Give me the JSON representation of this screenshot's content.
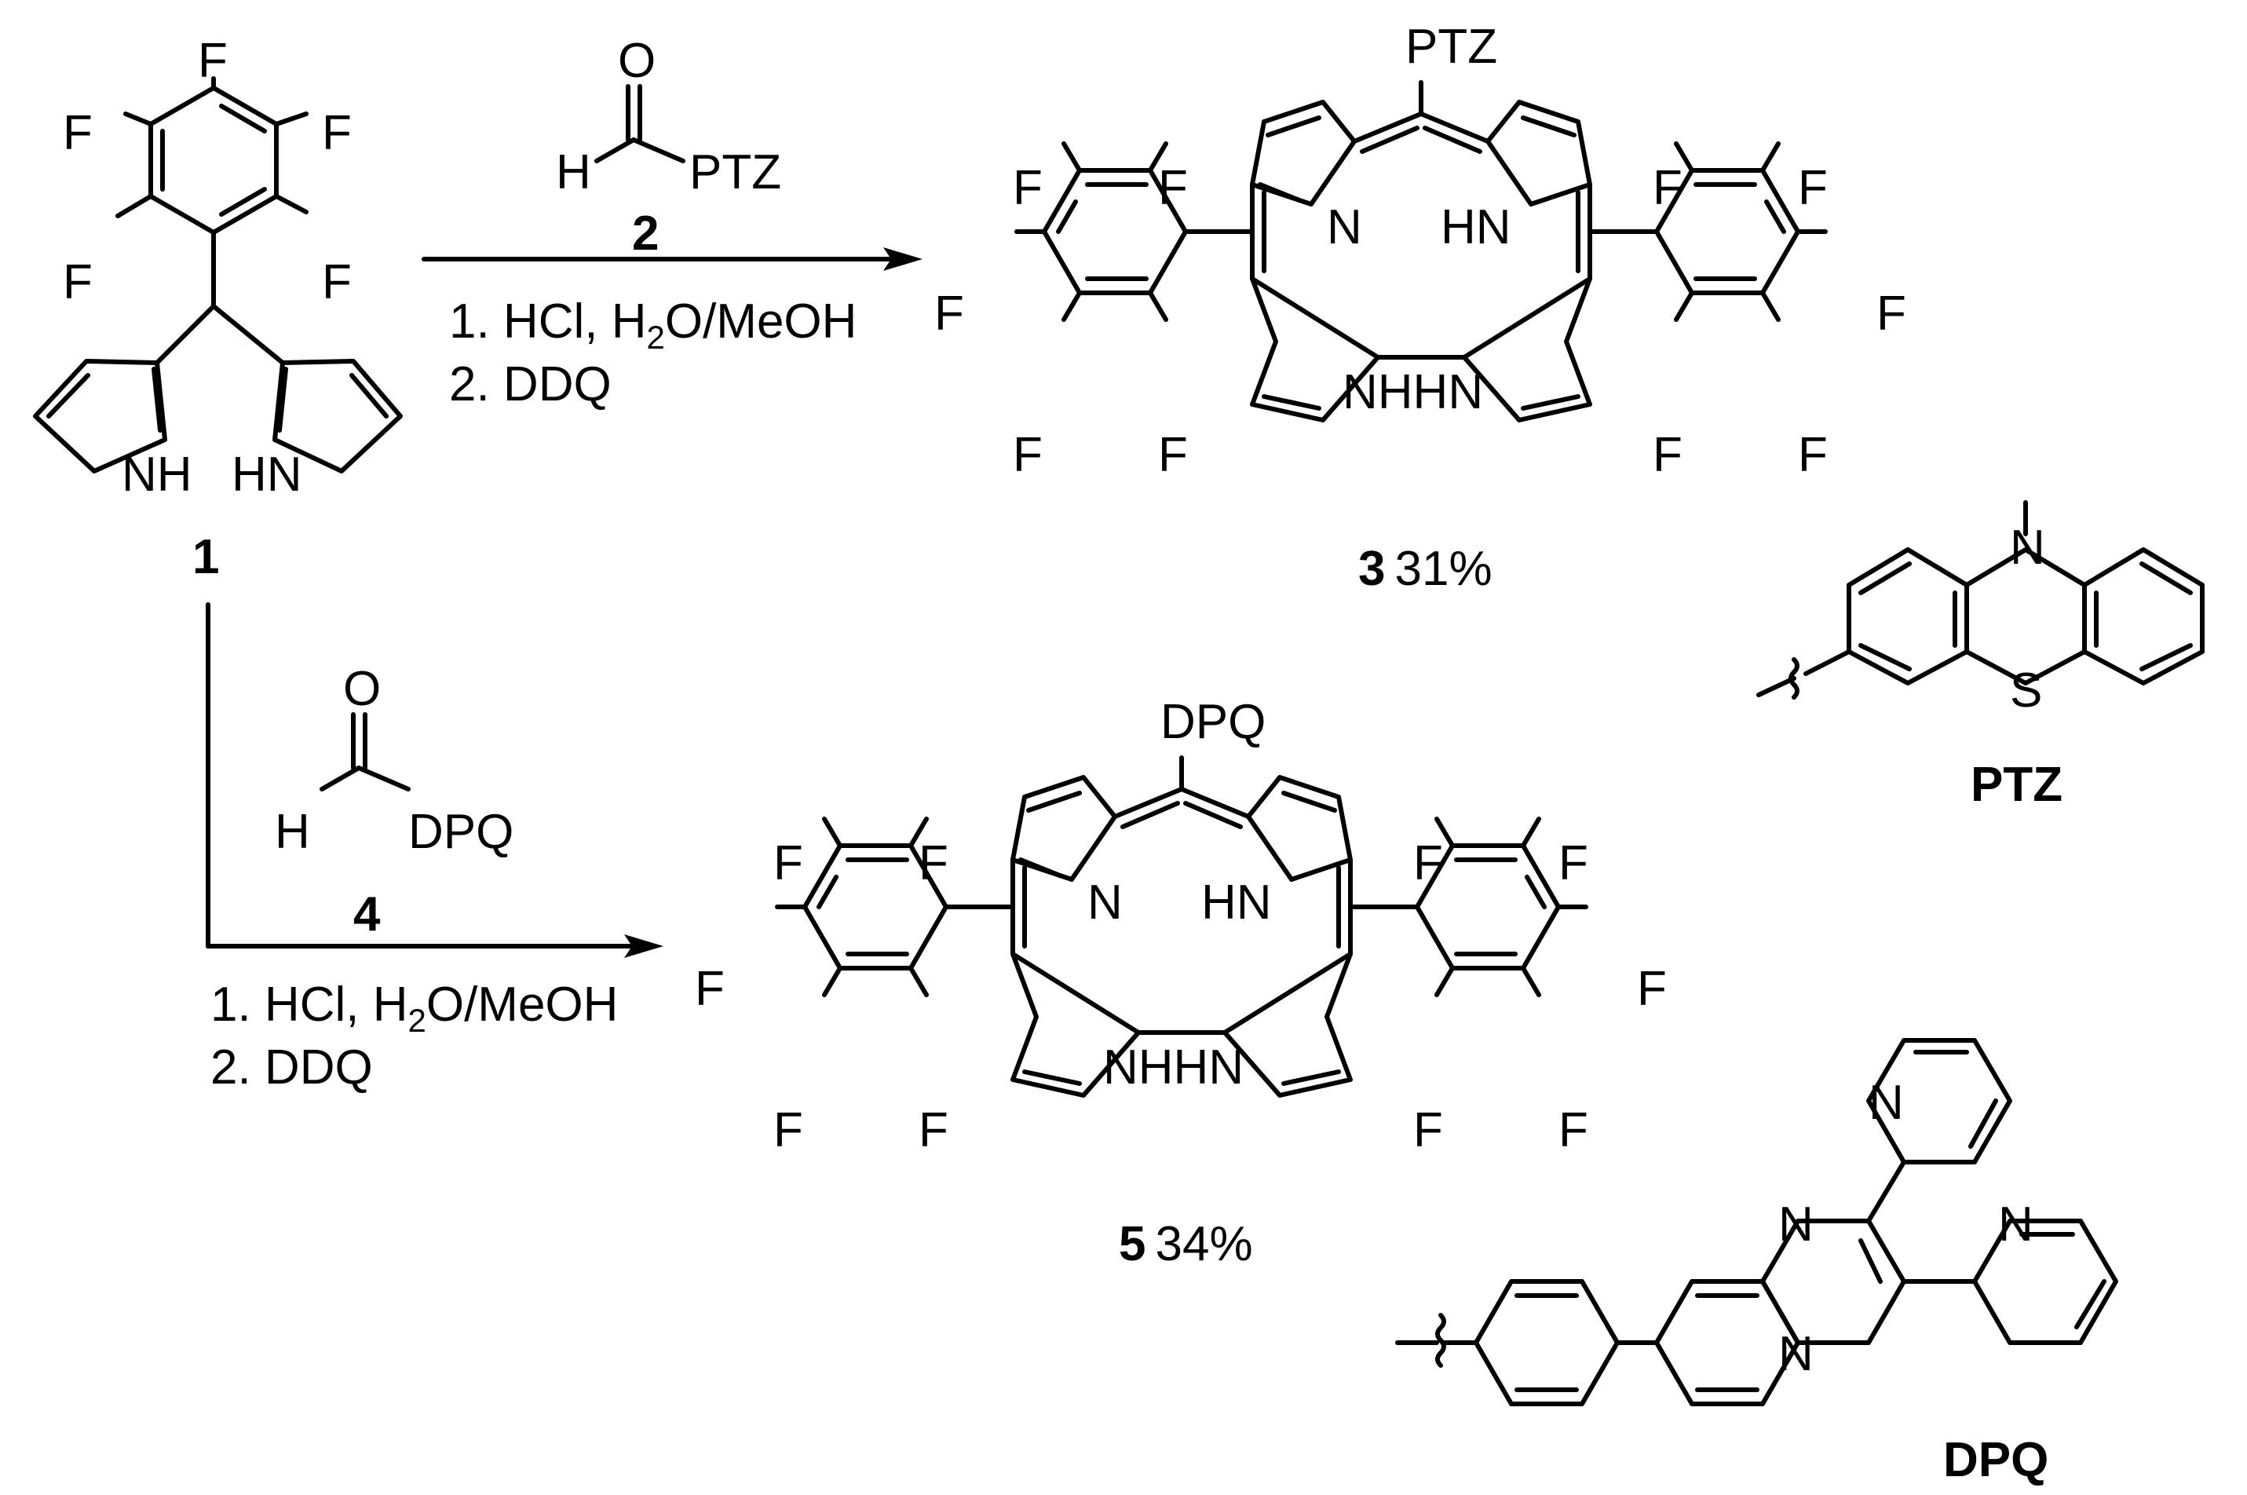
{
  "compounds": {
    "c1": {
      "number": "1"
    },
    "c2": {
      "number": "2",
      "h_label": "H",
      "o_label": "O",
      "group": "PTZ"
    },
    "c3": {
      "number": "3",
      "yield": "31%",
      "meso_group": "PTZ"
    },
    "c4": {
      "number": "4",
      "h_label": "H",
      "o_label": "O",
      "group": "DPQ"
    },
    "c5": {
      "number": "5",
      "yield": "34%",
      "meso_group": "DPQ"
    }
  },
  "conditions": {
    "step1_prefix": "1. HCl, H",
    "step1_sub": "2",
    "step1_suffix": "O/MeOH",
    "step2": "2. DDQ"
  },
  "atoms": {
    "F": "F",
    "N": "N",
    "NH": "NH",
    "HN": "HN",
    "NHHN": "NHHN",
    "S": "S"
  },
  "substituent_labels": {
    "ptz": "PTZ",
    "dpq": "DPQ"
  }
}
